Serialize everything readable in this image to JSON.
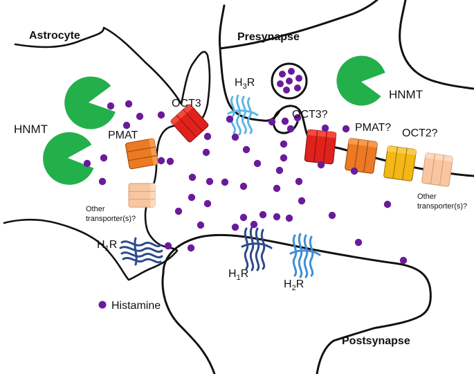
{
  "labels": {
    "astrocyte": "Astrocyte",
    "presynapse": "Presynapse",
    "postsynapse": "Postsynapse",
    "hnmt_astro": "HNMT",
    "hnmt_pre": "HNMT",
    "oct3_astro": "OCT3",
    "pmat_astro": "PMAT",
    "other_astro_1": "Other",
    "other_astro_2": "transporter(s)?",
    "h1r_astro_main": "H",
    "h1r_astro_sub": "1",
    "h1r_astro_tail": "R",
    "h3r_main": "H",
    "h3r_sub": "3",
    "h3r_tail": "R",
    "oct3_pre": "OCT3?",
    "pmat_pre": "PMAT?",
    "oct2_pre": "OCT2?",
    "other_pre_1": "Other",
    "other_pre_2": "transporter(s)?",
    "h1r_post_main": "H",
    "h1r_post_sub": "1",
    "h1r_post_tail": "R",
    "h2r_main": "H",
    "h2r_sub": "2",
    "h2r_tail": "R",
    "legend_histamine": "Histamine"
  },
  "colors": {
    "histamine": "#6a1b9a",
    "hnmt": "#23b04b",
    "oct3": "#e0221c",
    "pmat": "#ec7a22",
    "oct2": "#f3b716",
    "other_transporter": "#f8c6a2",
    "h1r": "#2d4a8c",
    "h2r": "#3d8fd6",
    "h3r": "#5bb6e8",
    "membrane": "#111111",
    "astrocyte_membrane": "#555555"
  },
  "icons": [
    "hnmt-pacman-icon",
    "transporter-icon",
    "receptor-icon",
    "histamine-dot-icon",
    "vesicle-icon"
  ]
}
